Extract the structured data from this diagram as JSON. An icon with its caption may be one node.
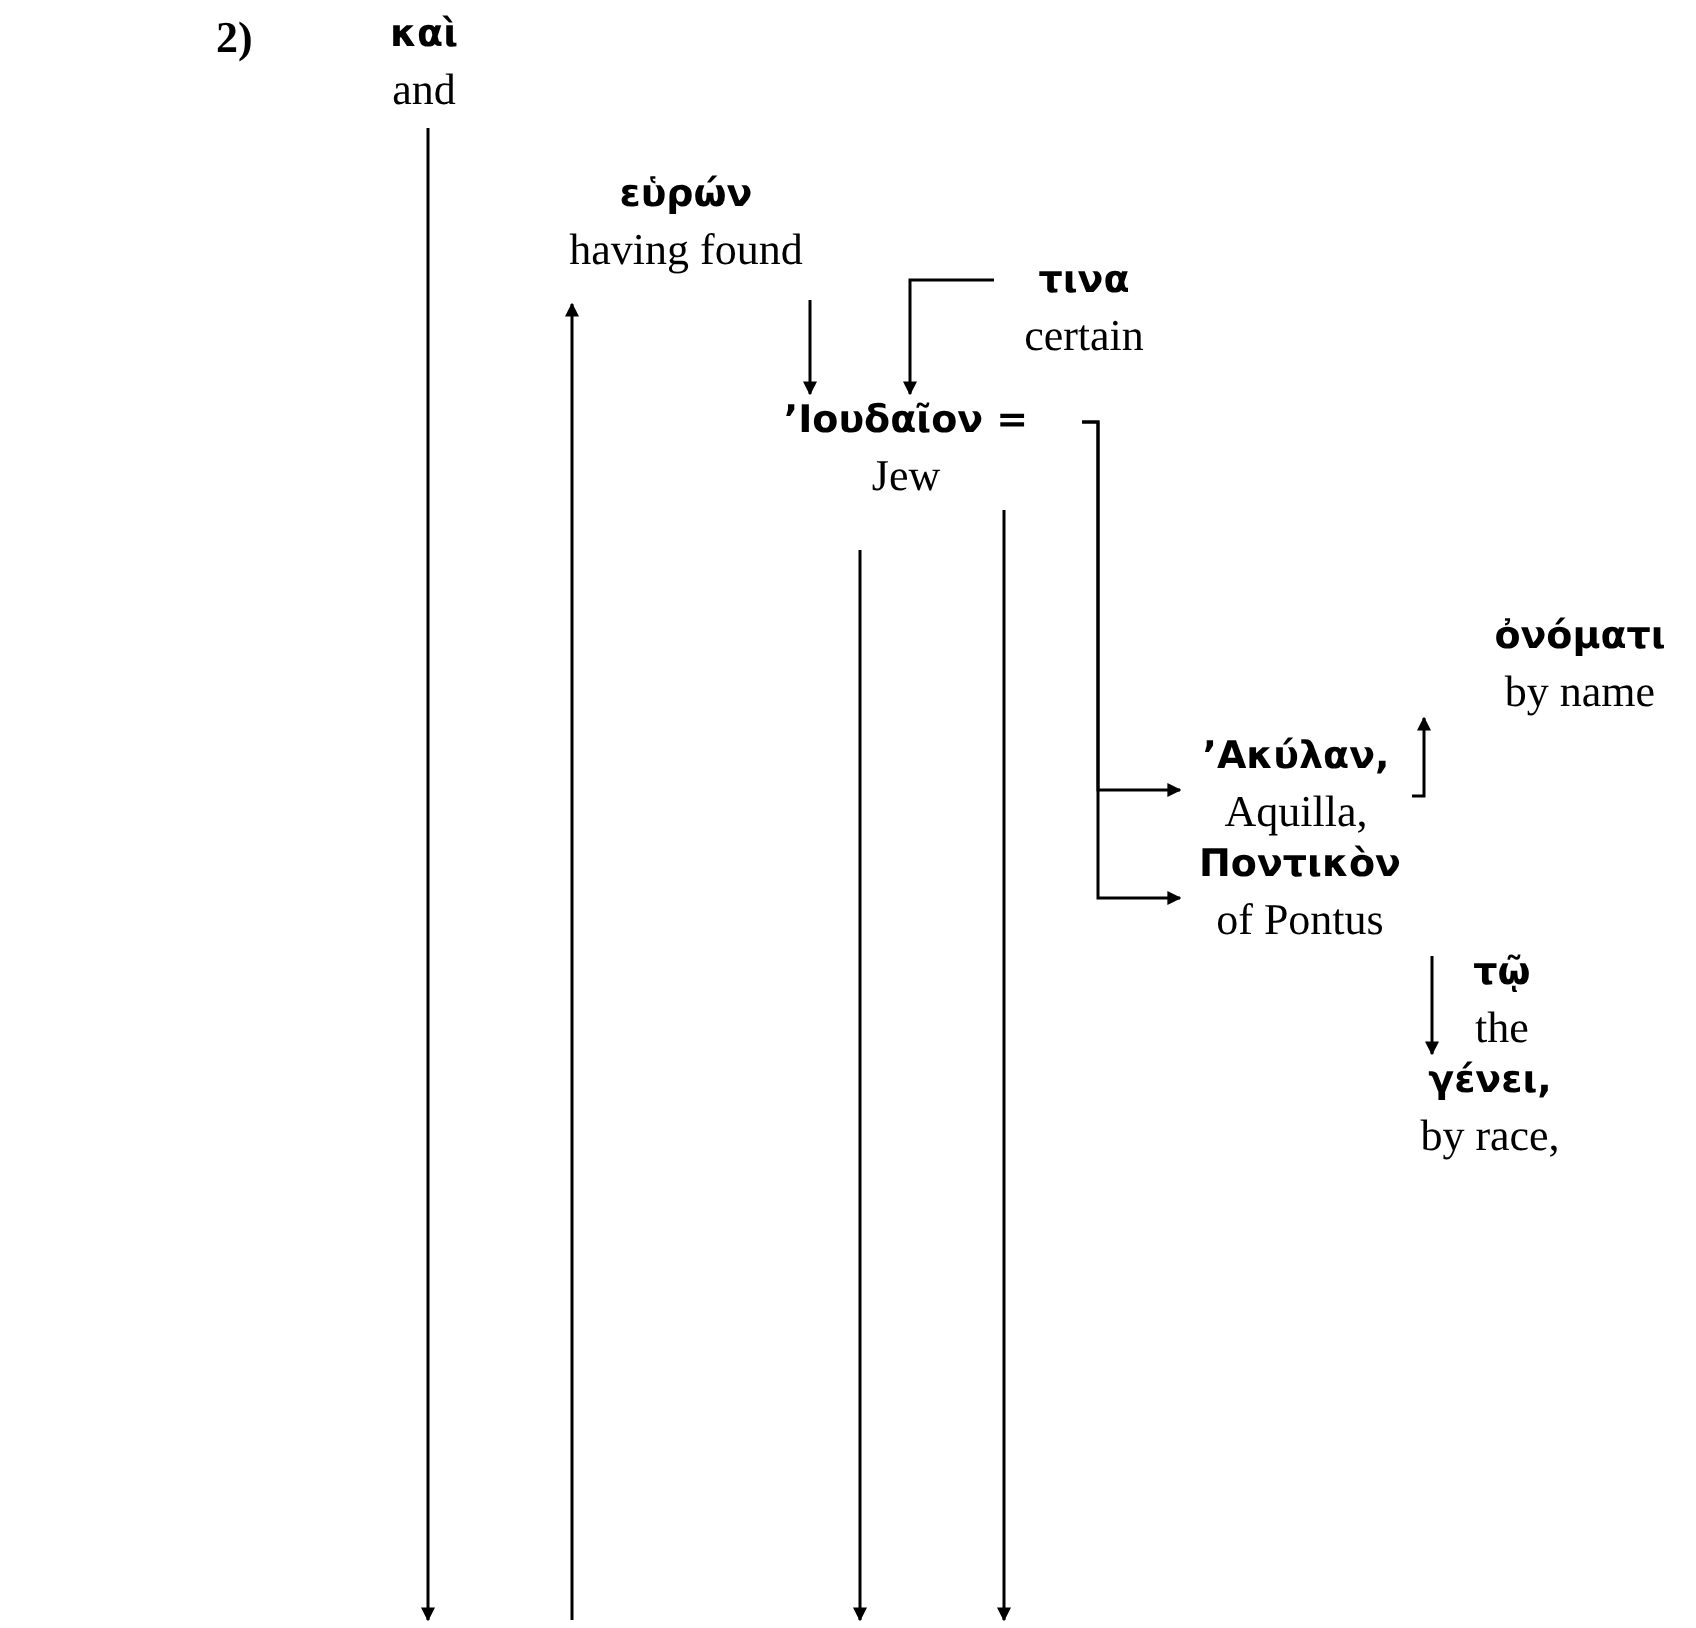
{
  "diagram": {
    "nodes": [
      {
        "text": [
          "καὶ",
          "and"
        ]
      },
      {
        "text": [
          "εὑρών",
          "having found"
        ]
      },
      {
        "text": [
          "τινα",
          "certain"
        ]
      },
      {
        "text": [
          "’Ιουδαῖον =",
          "Jew"
        ]
      },
      {
        "text": [
          "ὀνόματι",
          "by name"
        ]
      },
      {
        "text": [
          "’Ακύλαν,",
          "Aquilla,"
        ]
      },
      {
        "text": [
          "Ποντικὸν",
          "of Pontus"
        ]
      },
      {
        "text": [
          "τῷ",
          "the"
        ]
      },
      {
        "text": [
          "γένει,",
          "by race,"
        ]
      }
    ],
    "edges": [
      {
        "from": 0,
        "to": null,
        "arrow": "to"
      },
      {
        "from": null,
        "to": 1,
        "arrow": "to"
      },
      {
        "from": 1,
        "to": 3,
        "arrow": "to"
      },
      {
        "from": 2,
        "to": 3,
        "arrow": "to"
      },
      {
        "from": 3,
        "to": null,
        "arrow": "to"
      },
      {
        "from": 3,
        "to": null,
        "arrow": "to"
      },
      {
        "from": 3,
        "to": 5,
        "arrow": "to"
      },
      {
        "from": 3,
        "to": 6,
        "arrow": "to"
      },
      {
        "from": 5,
        "to": 4,
        "arrow": "to"
      },
      {
        "from": 7,
        "to": 8,
        "arrow": "to"
      }
    ],
    "labels": [
      "2)"
    ]
  }
}
